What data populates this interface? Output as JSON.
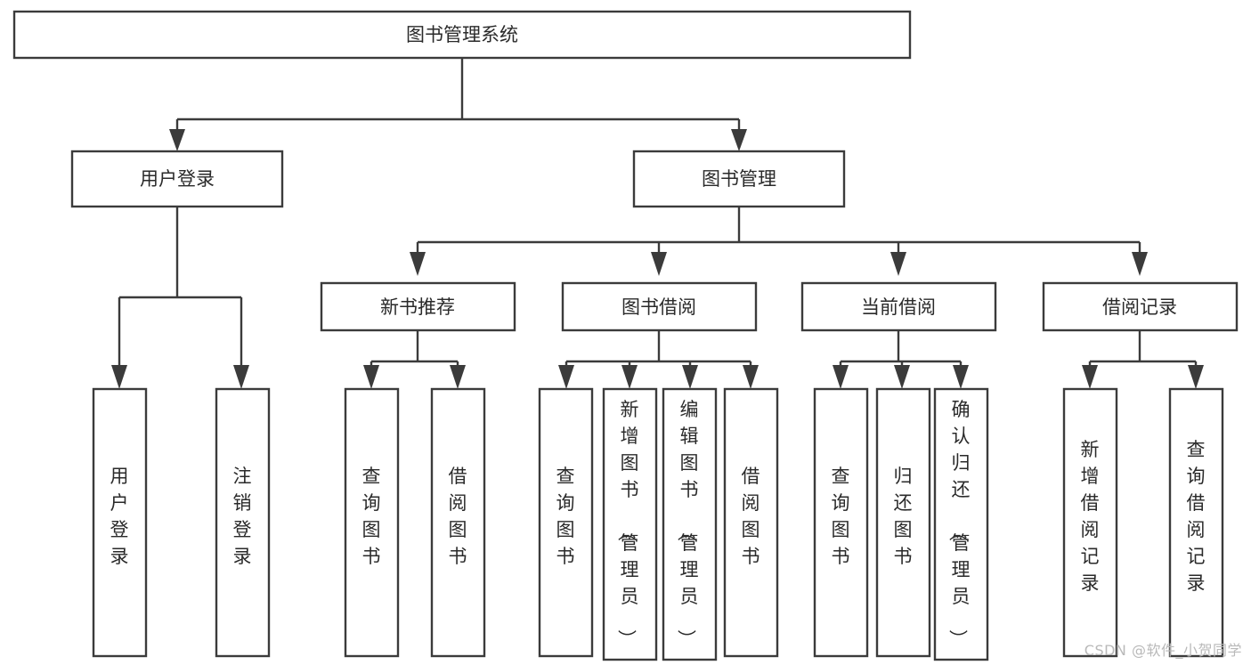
{
  "diagram": {
    "title": "图书管理系统",
    "type": "hierarchy-tree",
    "root": {
      "id": "root",
      "label": "图书管理系统",
      "orientation": "horizontal"
    },
    "level2": [
      {
        "id": "user-login",
        "label": "用户登录",
        "orientation": "horizontal"
      },
      {
        "id": "book-management",
        "label": "图书管理",
        "orientation": "horizontal"
      }
    ],
    "level3": [
      {
        "id": "new-book-recommend",
        "label": "新书推荐",
        "orientation": "horizontal",
        "parent": "book-management"
      },
      {
        "id": "book-borrow",
        "label": "图书借阅",
        "orientation": "horizontal",
        "parent": "book-management"
      },
      {
        "id": "current-borrow",
        "label": "当前借阅",
        "orientation": "horizontal",
        "parent": "book-management"
      },
      {
        "id": "borrow-record",
        "label": "借阅记录",
        "orientation": "horizontal",
        "parent": "book-management"
      }
    ],
    "leaves": [
      {
        "id": "leaf-user-login",
        "label": "用户登录",
        "orientation": "vertical",
        "parent": "user-login"
      },
      {
        "id": "leaf-logout-login",
        "label": "注销登录",
        "orientation": "vertical",
        "parent": "user-login"
      },
      {
        "id": "leaf-query-book-1",
        "label": "查询图书",
        "orientation": "vertical",
        "parent": "new-book-recommend"
      },
      {
        "id": "leaf-borrow-book-1",
        "label": "借阅图书",
        "orientation": "vertical",
        "parent": "new-book-recommend"
      },
      {
        "id": "leaf-query-book-2",
        "label": "查询图书",
        "orientation": "vertical",
        "parent": "book-borrow"
      },
      {
        "id": "leaf-add-book",
        "label": "新增图书（管理员）",
        "orientation": "vertical",
        "parent": "book-borrow"
      },
      {
        "id": "leaf-edit-book",
        "label": "编辑图书（管理员）",
        "orientation": "vertical",
        "parent": "book-borrow"
      },
      {
        "id": "leaf-borrow-book-2",
        "label": "借阅图书",
        "orientation": "vertical",
        "parent": "book-borrow"
      },
      {
        "id": "leaf-query-book-3",
        "label": "查询图书",
        "orientation": "vertical",
        "parent": "current-borrow"
      },
      {
        "id": "leaf-return-book",
        "label": "归还图书",
        "orientation": "vertical",
        "parent": "current-borrow"
      },
      {
        "id": "leaf-confirm-return",
        "label": "确认归还（管理员）",
        "orientation": "vertical",
        "parent": "current-borrow"
      },
      {
        "id": "leaf-add-record",
        "label": "新增借阅记录",
        "orientation": "vertical",
        "parent": "borrow-record"
      },
      {
        "id": "leaf-query-record",
        "label": "查询借阅记录",
        "orientation": "vertical",
        "parent": "borrow-record"
      }
    ]
  },
  "colors": {
    "stroke": "#3b3b3b",
    "box_fill": "#ffffff",
    "text": "#2a2a2a",
    "background": "#ffffff",
    "watermark": "#b9b9b9"
  },
  "watermark": {
    "text": "CSDN @软件_小贺同学"
  }
}
